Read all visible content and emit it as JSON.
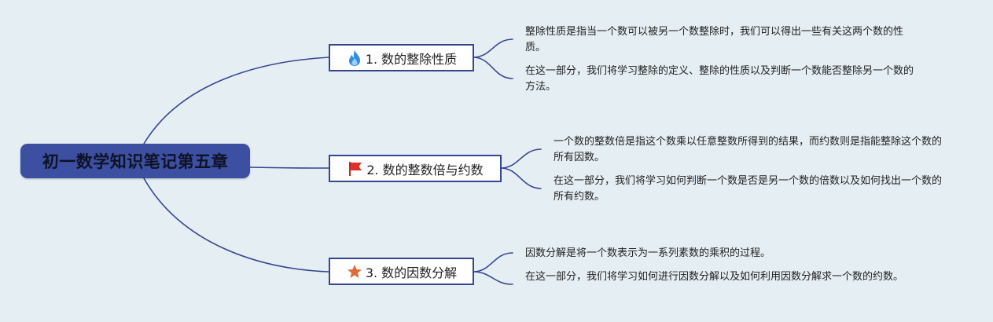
{
  "root": {
    "title": "初一数学知识笔记第五章"
  },
  "branches": [
    {
      "label": "1. 数的整除性质",
      "icon": "fire-icon",
      "notes": [
        "整除性质是指当一个数可以被另一个数整除时，我们可以得出一些有关这两个数的性质。",
        "在这一部分，我们将学习整除的定义、整除的性质以及判断一个数能否整除另一个数的方法。"
      ]
    },
    {
      "label": "2. 数的整数倍与约数",
      "icon": "red-flag-icon",
      "notes": [
        "一个数的整数倍是指这个数乘以任意整数所得到的结果，而约数则是指能整除这个数的所有因数。",
        "在这一部分，我们将学习如何判断一个数是否是另一个数的倍数以及如何找出一个数的所有约数。"
      ]
    },
    {
      "label": "3. 数的因数分解",
      "icon": "star-icon",
      "notes": [
        "因数分解是将一个数表示为一系列素数的乘积的过程。",
        "在这一部分，我们将学习如何进行因数分解以及如何利用因数分解求一个数的约数。"
      ]
    }
  ],
  "colors": {
    "background": "#e5eef3",
    "root_fill": "#3c4fa0",
    "connector": "#35468f",
    "fire": "#2f8fe0",
    "flag": "#e0302a",
    "star": "#e06a3a"
  }
}
